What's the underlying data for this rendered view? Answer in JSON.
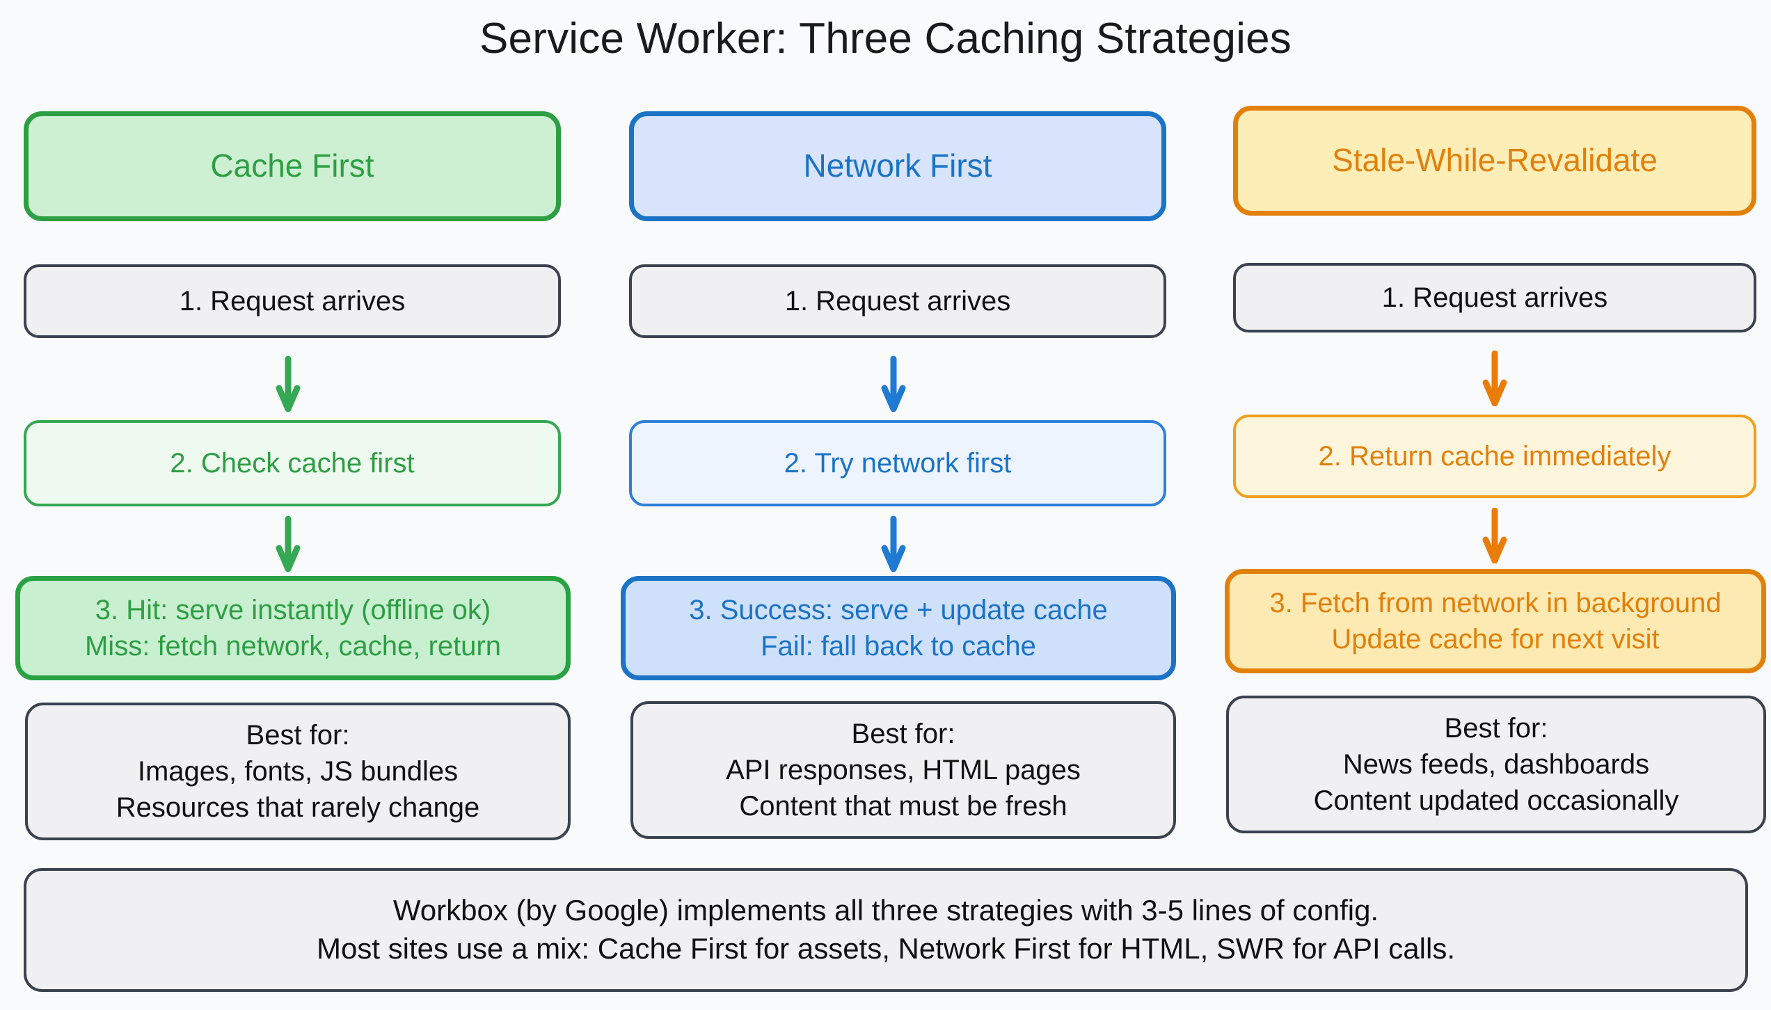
{
  "page": {
    "title": "Service Worker: Three Caching Strategies",
    "background_color": "#f8fafc"
  },
  "columns": [
    {
      "id": "cache-first",
      "accent_color": "#2e9e43",
      "header": "Cache First",
      "step1": "1. Request arrives",
      "step2": "2. Check cache first",
      "step3_line1": "3. Hit: serve instantly (offline ok)",
      "step3_line2": "Miss: fetch network, cache, return",
      "best_for_label": "Best for:",
      "best_for_line1": "Images, fonts, JS bundles",
      "best_for_line2": "Resources that rarely change"
    },
    {
      "id": "network-first",
      "accent_color": "#1a73c7",
      "header": "Network First",
      "step1": "1. Request arrives",
      "step2": "2. Try network first",
      "step3_line1": "3. Success: serve + update cache",
      "step3_line2": "Fail: fall back to cache",
      "best_for_label": "Best for:",
      "best_for_line1": "API responses, HTML pages",
      "best_for_line2": "Content that must be fresh"
    },
    {
      "id": "stale-while-revalidate",
      "accent_color": "#e2800b",
      "header": "Stale-While-Revalidate",
      "step1": "1. Request arrives",
      "step2": "2. Return cache immediately",
      "step3_line1": "3. Fetch from network in background",
      "step3_line2": "Update cache for next visit",
      "best_for_label": "Best for:",
      "best_for_line1": "News feeds, dashboards",
      "best_for_line2": "Content updated occasionally"
    }
  ],
  "footer": {
    "line1": "Workbox (by Google) implements all three strategies with 3-5 lines of config.",
    "line2": "Most sites use a mix: Cache First for assets, Network First for HTML, SWR for API calls."
  }
}
